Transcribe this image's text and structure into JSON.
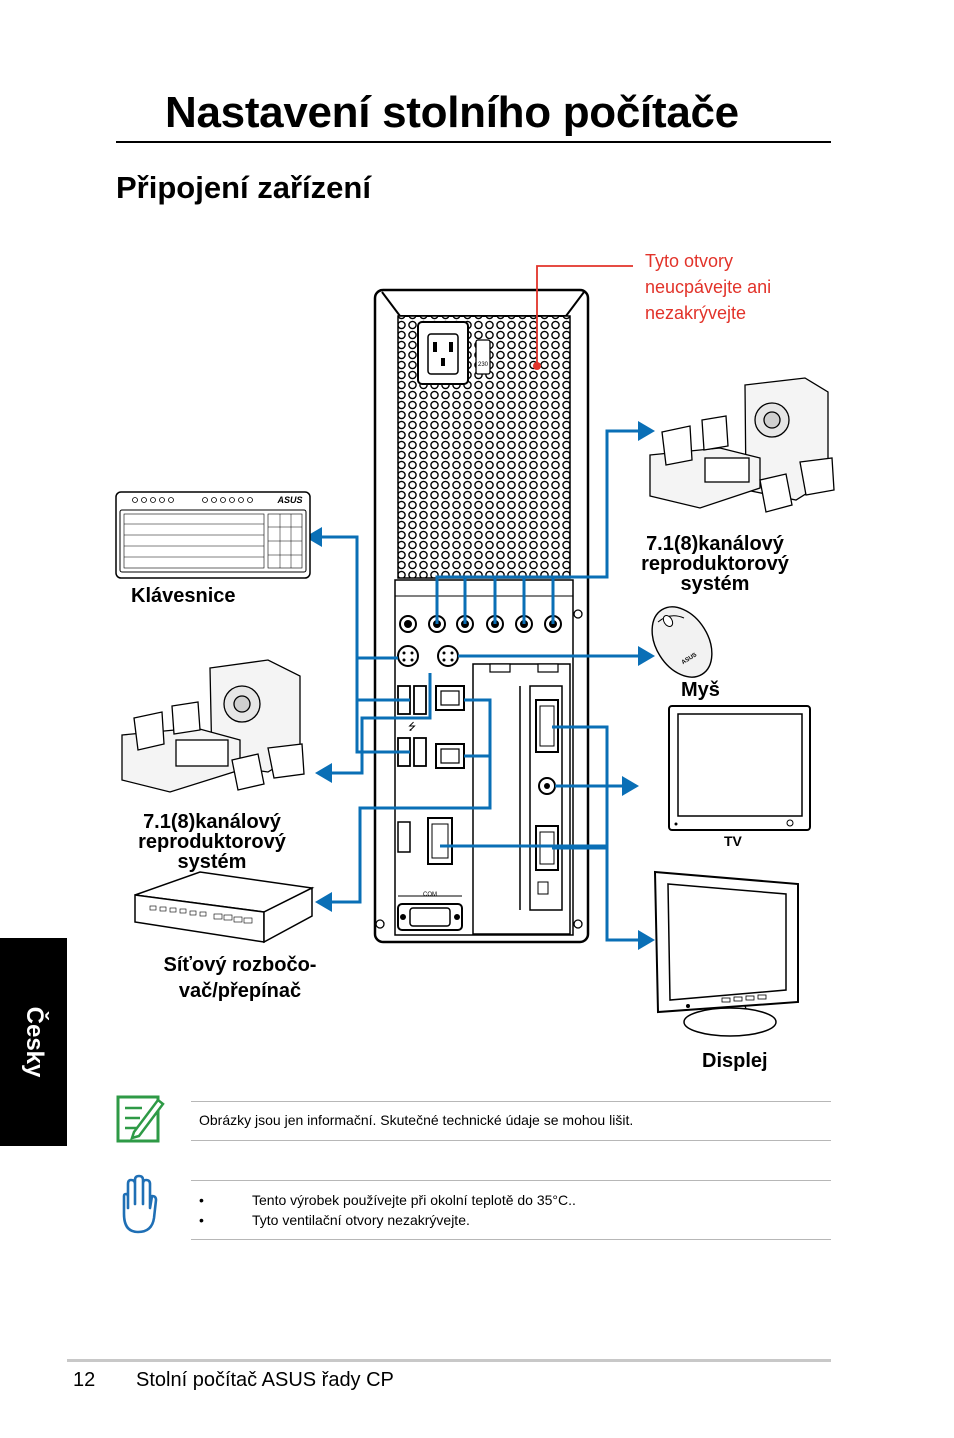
{
  "page": {
    "title": "Nastavení stolního počítače",
    "section_title": "Připojení zařízení",
    "side_tab": "Česky"
  },
  "diagram": {
    "vent_warning": [
      "Tyto otvory",
      "neucpávejte ani",
      "nezakrývejte"
    ],
    "labels": {
      "speakers_right": [
        "7.1(8)kanálový",
        "reproduktorový",
        "systém"
      ],
      "keyboard": "Klávesnice",
      "mouse": "Myš",
      "speakers_left": [
        "7.1(8)kanálový",
        "reproduktorový",
        "systém"
      ],
      "tv": "TV",
      "network": [
        "Síťový rozbočo-",
        "vač/přepínač"
      ],
      "display": "Displej"
    },
    "panel_text": {
      "psu_voltage": "230",
      "com_label": "COM",
      "keyboard_brand": "ASUS",
      "mouse_brand": "ASUS"
    },
    "colors": {
      "arrow": "#0a6fb6",
      "warning": "#e2332a",
      "icon_green": "#2e9a46",
      "icon_blue": "#1f6fb5"
    }
  },
  "notes": {
    "info": "Obrázky jsou jen informační. Skutečné technické údaje se mohou lišit.",
    "caution": [
      {
        "bullet": "•",
        "text": "Tento výrobek používejte při okolní teplotě do 35°C.."
      },
      {
        "bullet": "•",
        "text": "Tyto ventilační otvory nezakrývejte."
      }
    ]
  },
  "footer": {
    "page_number": "12",
    "text": "Stolní počítač ASUS řady CP"
  }
}
